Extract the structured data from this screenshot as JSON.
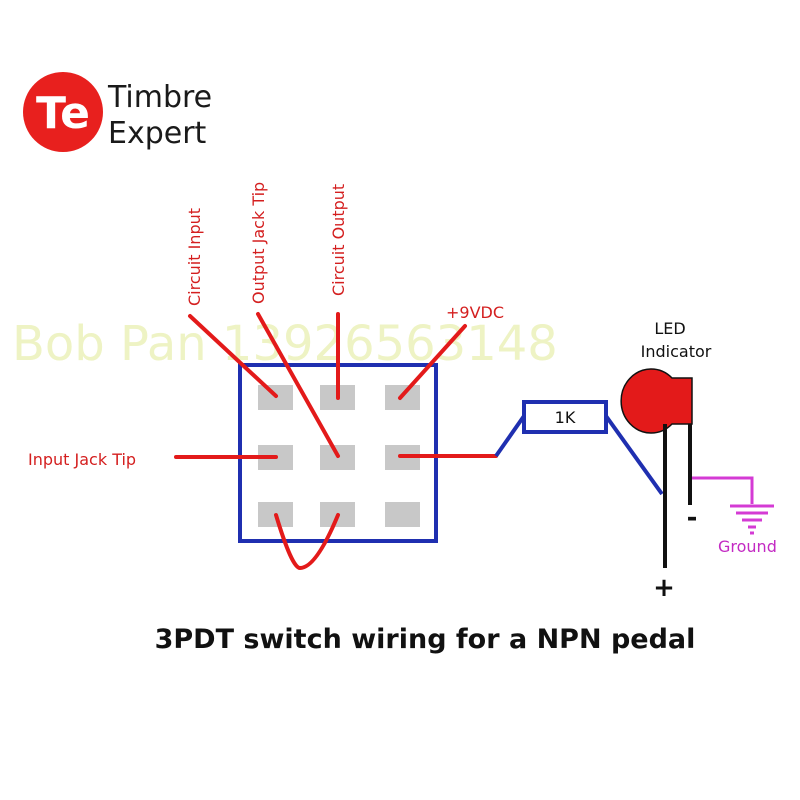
{
  "logo": {
    "monogram": "Te",
    "line1": "Timbre",
    "line2": "Expert"
  },
  "watermark": "Bob Pan 13926563148",
  "switch_labels": {
    "circuit_input": "Circuit Input",
    "output_jack_tip": "Output Jack Tip",
    "circuit_output": "Circuit Output",
    "plus_9vdc": "+9VDC",
    "input_jack_tip": "Input Jack Tip"
  },
  "resistor": {
    "value": "1K"
  },
  "led": {
    "label_line1": "LED",
    "label_line2": "Indicator",
    "plus": "+",
    "minus": "-"
  },
  "ground": {
    "label": "Ground"
  },
  "caption": "3PDT switch wiring for a NPN pedal",
  "colors": {
    "wire": "#e31a1a",
    "switch_outline": "#1f2fb0",
    "lug": "#c8c8c8",
    "led": "#e31a1a",
    "ground": "#d43bd4",
    "black_wire": "#111111"
  }
}
